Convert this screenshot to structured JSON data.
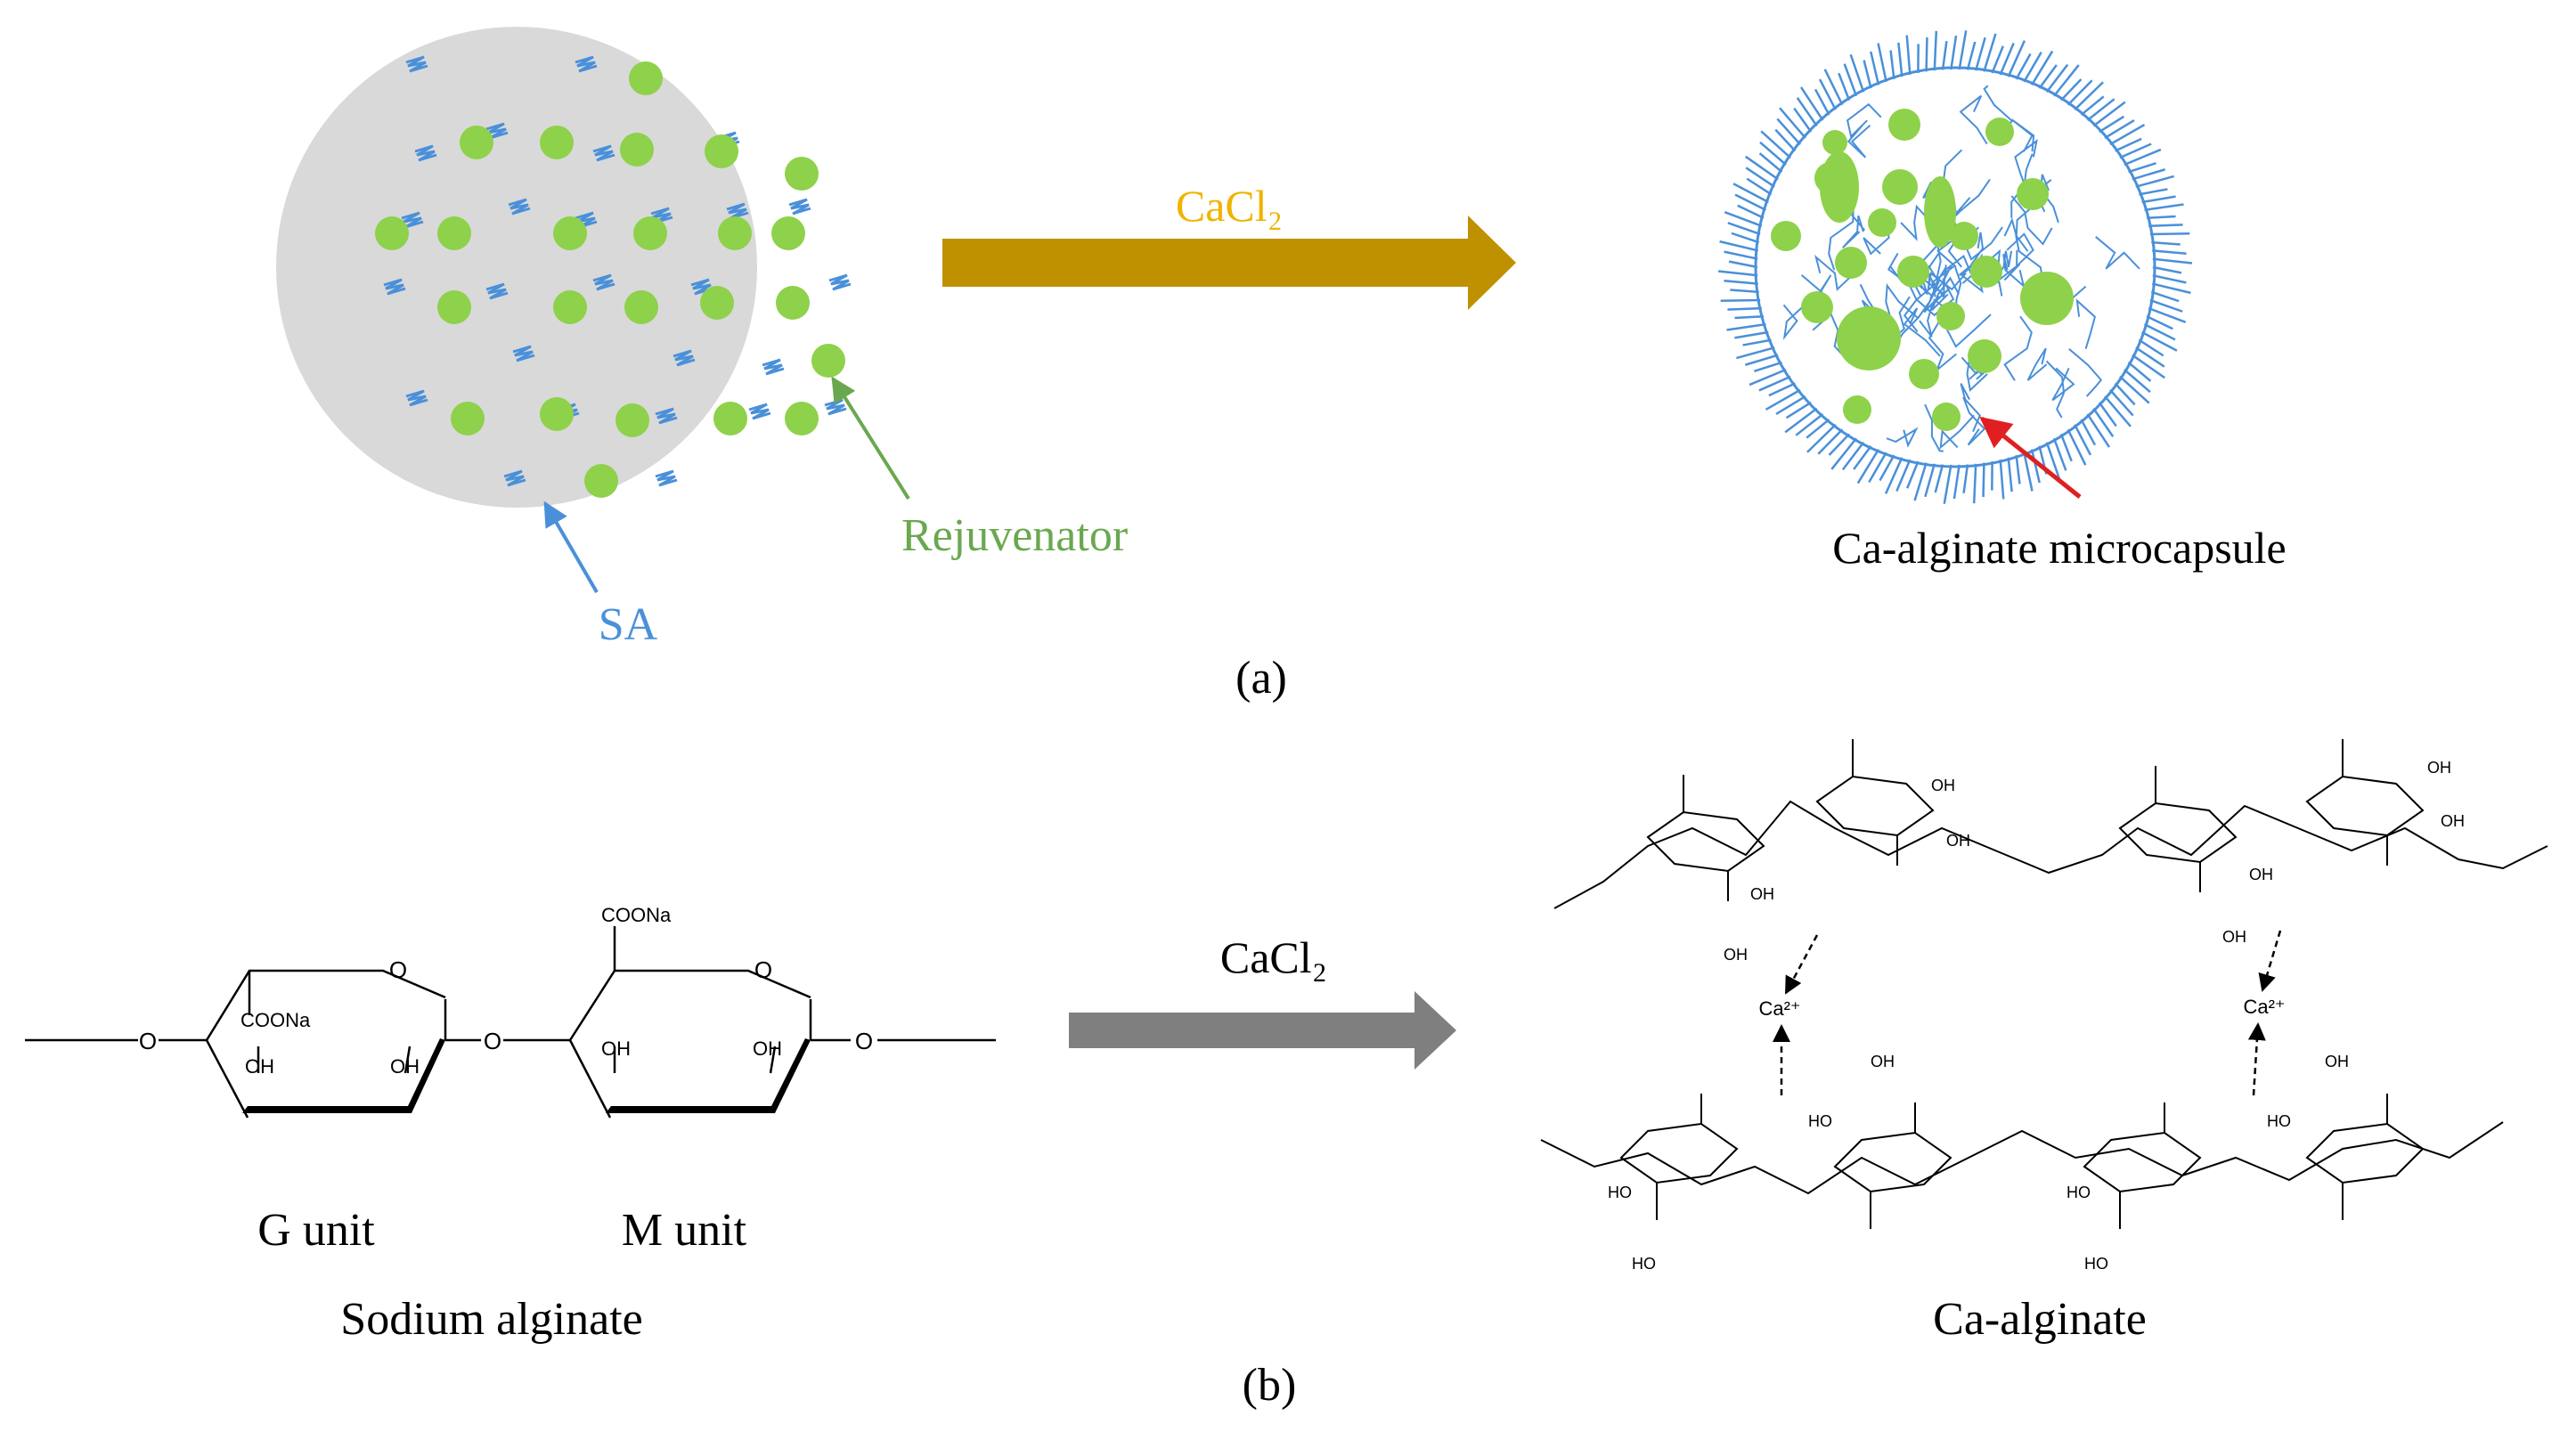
{
  "panel_a": {
    "reagent": "CaCl₂",
    "sa_label": "SA",
    "rejuvenator_label": "Rejuvenator",
    "product_label": "Ca-alginate microcapsule",
    "caption": "(a)"
  },
  "panel_b": {
    "reagent": "CaCl₂",
    "g_unit_label": "G unit",
    "m_unit_label": "M unit",
    "reactant_label": "Sodium alginate",
    "product_label": "Ca-alginate",
    "caption": "(b)",
    "group_coona": "COONa",
    "group_oh": "OH",
    "group_ho": "HO",
    "atom_o": "O",
    "ion_ca": "Ca²⁺"
  },
  "colors": {
    "droplet_fill": "#d9d9d9",
    "sa_blue": "#4a90d9",
    "rejuvenator_green": "#8ed14a",
    "rejuvenator_text": "#6aa84f",
    "arrow_a": "#bf9000",
    "arrow_a_text": "#f0b400",
    "arrow_b": "#7f7f7f",
    "red_arrow": "#e02020",
    "black": "#000000"
  }
}
